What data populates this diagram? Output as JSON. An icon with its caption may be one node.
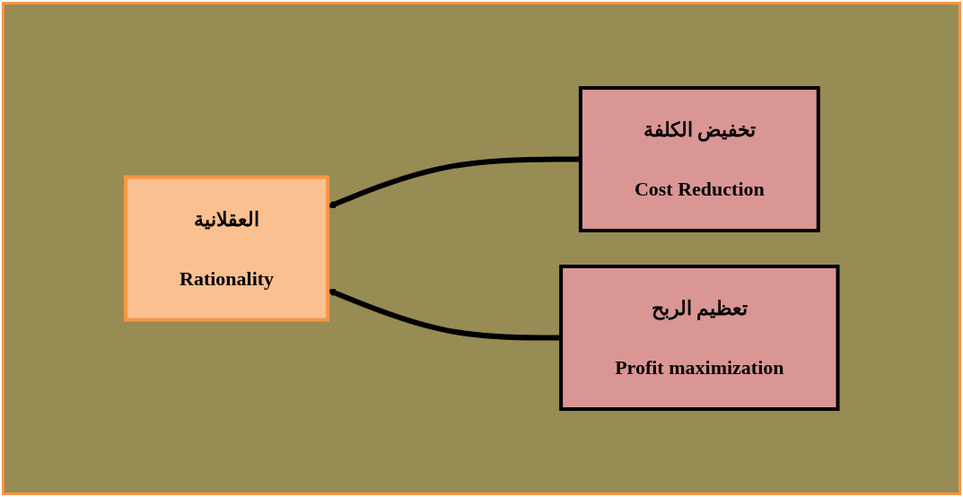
{
  "diagram": {
    "nodes": [
      {
        "text": [
          "العقلانية",
          "Rationality"
        ]
      },
      {
        "text": [
          "تخفيض الكلفة",
          "Cost Reduction"
        ]
      },
      {
        "text": [
          "تعظيم الربح",
          "Profit maximization"
        ]
      }
    ],
    "edges": [
      {
        "from": 1,
        "to": 0,
        "arrow": "to"
      },
      {
        "from": 2,
        "to": 0,
        "arrow": "to"
      }
    ]
  }
}
